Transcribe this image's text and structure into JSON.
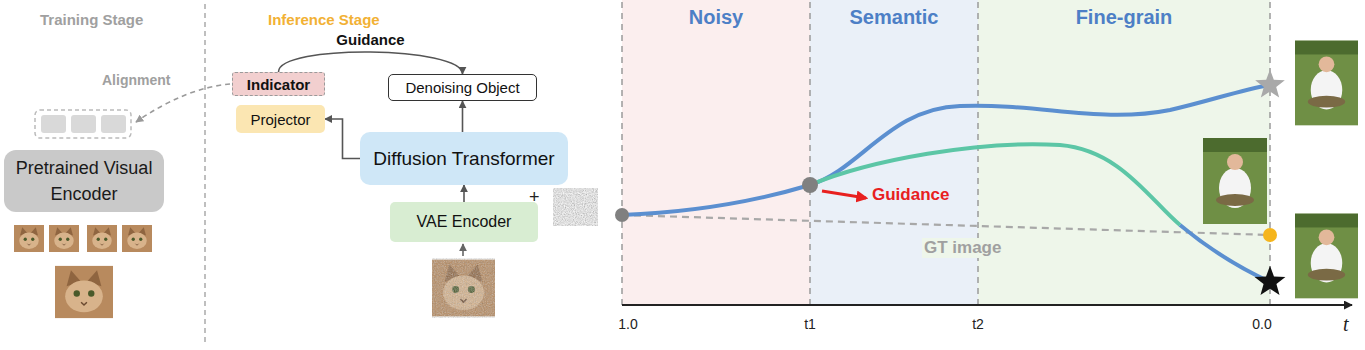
{
  "diagram": {
    "nodes": [
      {
        "text": [
          "Pretrained Visual Encoder"
        ]
      },
      {
        "text": [
          "Indicator"
        ]
      },
      {
        "text": [
          "Projector"
        ]
      },
      {
        "text": [
          "Denoising Object"
        ]
      },
      {
        "text": [
          "Diffusion Transformer"
        ]
      },
      {
        "text": [
          "VAE Encoder"
        ]
      },
      {
        "text": [
          "Noisy"
        ]
      },
      {
        "text": [
          "Semantic"
        ]
      },
      {
        "text": [
          "Fine-grain"
        ]
      }
    ],
    "edges": [
      {
        "from": 1,
        "to": 3,
        "label": "Guidance",
        "arrow": "to"
      },
      {
        "from": 4,
        "to": 2,
        "arrow": "to"
      },
      {
        "from": 4,
        "to": 3,
        "arrow": "to"
      },
      {
        "from": 5,
        "to": 4,
        "arrow": "to"
      }
    ],
    "labels": [
      "Training Stage",
      "Inference Stage",
      "Alignment",
      "+",
      "Guidance",
      "GT image",
      "1.0",
      "t1",
      "t2",
      "0.0",
      "t"
    ]
  }
}
